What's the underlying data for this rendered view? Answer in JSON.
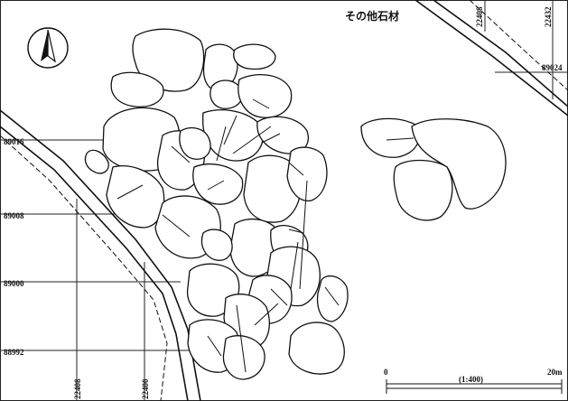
{
  "title": "その他石材",
  "north_arrow": {
    "icon": "north-arrow-icon"
  },
  "grid_labels": {
    "left": [
      "89016",
      "89008",
      "89000",
      "88992"
    ],
    "bottom": [
      "22408",
      "22400"
    ],
    "top_right": [
      "22408",
      "22432"
    ],
    "right": [
      "89024"
    ]
  },
  "scale_bar": {
    "start": "0",
    "end": "20m",
    "ratio": "(1:400)"
  },
  "colors": {
    "ink": "#111111",
    "paper": "#ffffff"
  }
}
